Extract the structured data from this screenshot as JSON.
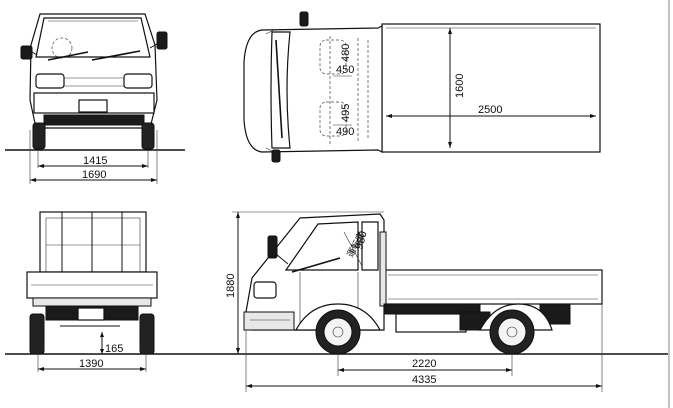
{
  "dimensions": {
    "front_track": "1415",
    "front_width": "1690",
    "rear_track": "1390",
    "ground_clearance": "165",
    "height": "1880",
    "wheelbase": "2220",
    "overall_length": "4335",
    "bed_width": "1600",
    "bed_length": "2500",
    "seat_480": "480",
    "seat_450": "450",
    "seat_495": "495",
    "seat_490": "490",
    "driver_980": "980"
  },
  "labels": {
    "driver_seat": "運転席"
  }
}
